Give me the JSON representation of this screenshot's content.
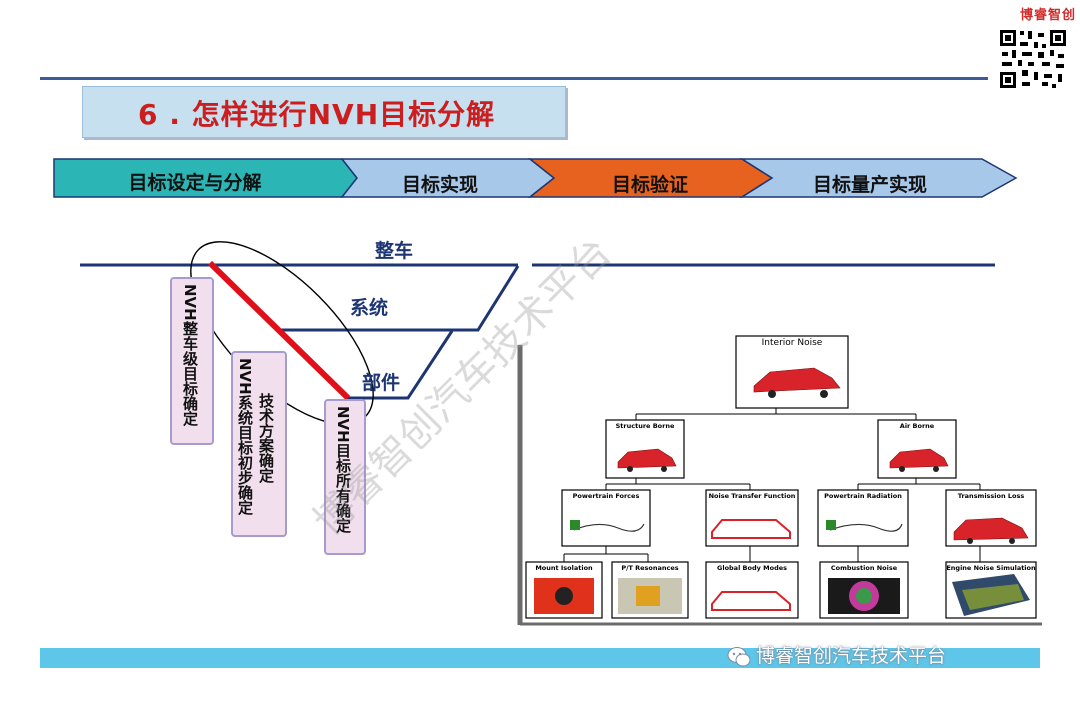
{
  "brand": {
    "name": "博睿智创"
  },
  "title": "6 . 怎样进行NVH目标分解",
  "process_steps": [
    {
      "label": "目标设定与分解",
      "color": "#2bb5b5"
    },
    {
      "label": "目标实现",
      "color": "#a7c8e9"
    },
    {
      "label": "目标验证",
      "color": "#e8621f"
    },
    {
      "label": "目标量产实现",
      "color": "#a7c8e9"
    }
  ],
  "levels": {
    "vehicle": "整车",
    "system": "系统",
    "component": "部件"
  },
  "vertical_boxes": [
    "NVH整车级目标确定",
    "NVH系统目标初步确定",
    "技术方案确定",
    "NVH目标所有确定"
  ],
  "tree": {
    "root": "Interior Noise",
    "branches": [
      {
        "label": "Structure Borne",
        "children": [
          {
            "label": "Powertrain Forces",
            "children": [
              "Mount Isolation",
              "P/T Resonances"
            ]
          },
          {
            "label": "Noise Transfer Function",
            "children": [
              "Global Body Modes"
            ]
          }
        ]
      },
      {
        "label": "Air Borne",
        "children": [
          {
            "label": "Powertrain Radiation",
            "children": [
              "Combustion Noise"
            ]
          },
          {
            "label": "Transmission Loss",
            "children": [
              "Engine Noise Simulation"
            ]
          }
        ]
      }
    ]
  },
  "watermark": {
    "diagonal": "博睿智创汽车技术平台",
    "footer": "博睿智创汽车技术平台"
  },
  "colors": {
    "accent_red": "#cc1e1e",
    "line_navy": "#1d3673",
    "bar_cyan": "#5ec6e8"
  }
}
